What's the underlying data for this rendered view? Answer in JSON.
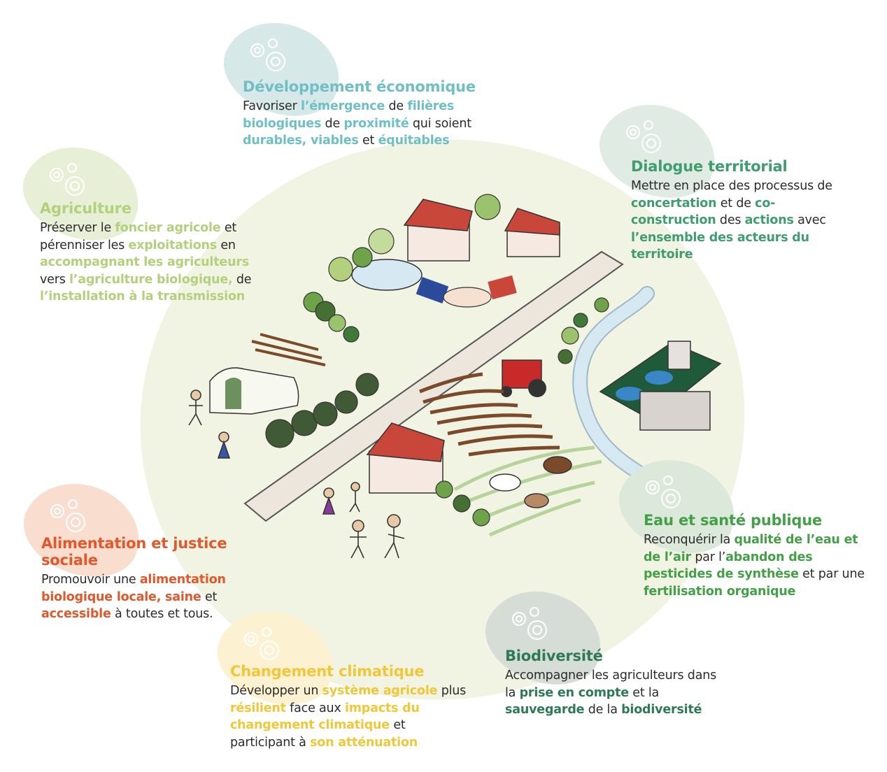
{
  "blocks": [
    {
      "id": "economic",
      "title": "Développement économique",
      "color": "#6fbfc4",
      "blob": "#d6e8e7",
      "segments": [
        {
          "t": "Favoriser "
        },
        {
          "t": "l’émergence",
          "hl": true
        },
        {
          "t": " de "
        },
        {
          "t": "filières biologiques",
          "hl": true
        },
        {
          "t": " de "
        },
        {
          "t": "proximité",
          "hl": true
        },
        {
          "t": " qui soient "
        },
        {
          "t": "durables, viables",
          "hl": true
        },
        {
          "t": " et "
        },
        {
          "t": "équitables",
          "hl": true
        }
      ]
    },
    {
      "id": "dialogue",
      "title": "Dialogue territorial",
      "color": "#3f9d6f",
      "blob": "#dfebe3",
      "segments": [
        {
          "t": "Mettre en place des processus de "
        },
        {
          "t": "concertation",
          "hl": true
        },
        {
          "t": " et de "
        },
        {
          "t": "co-construction",
          "hl": true
        },
        {
          "t": " des "
        },
        {
          "t": "actions",
          "hl": true
        },
        {
          "t": " avec "
        },
        {
          "t": "l’ensemble des acteurs du territoire",
          "hl": true
        }
      ]
    },
    {
      "id": "agriculture",
      "title": "Agriculture",
      "color": "#b3d07c",
      "blob": "#e7f0d6",
      "segments": [
        {
          "t": "Préserver le "
        },
        {
          "t": "foncier agricole",
          "hl": true
        },
        {
          "t": " et pérenniser les "
        },
        {
          "t": "exploitations",
          "hl": true
        },
        {
          "t": " en "
        },
        {
          "t": "accompagnant les agriculteurs",
          "hl": true
        },
        {
          "t": " vers "
        },
        {
          "t": "l’agriculture biologique,",
          "hl": true
        },
        {
          "t": " de "
        },
        {
          "t": "l’installation à la transmission",
          "hl": true
        }
      ]
    },
    {
      "id": "food",
      "title": "Alimentation et justice sociale",
      "color": "#e0582b",
      "blob": "#f9ddcf",
      "segments": [
        {
          "t": "Promouvoir une "
        },
        {
          "t": "alimentation biologique locale, saine",
          "hl": true
        },
        {
          "t": " et "
        },
        {
          "t": "accessible",
          "hl": true
        },
        {
          "t": " à toutes et tous."
        }
      ]
    },
    {
      "id": "climate",
      "title": "Changement climatique",
      "color": "#f1c73a",
      "blob": "#fcf1d1",
      "segments": [
        {
          "t": "Développer un "
        },
        {
          "t": "système agricole",
          "hl": true
        },
        {
          "t": " plus "
        },
        {
          "t": "résilient",
          "hl": true
        },
        {
          "t": " face aux "
        },
        {
          "t": "impacts du changement climatique",
          "hl": true
        },
        {
          "t": " et participant à "
        },
        {
          "t": "son atténuation",
          "hl": true
        }
      ]
    },
    {
      "id": "water",
      "title": "Eau et santé publique",
      "color": "#43a047",
      "blob": "#dce9da",
      "segments": [
        {
          "t": "Reconquérir la "
        },
        {
          "t": "qualité de l’eau et de l’air",
          "hl": true
        },
        {
          "t": " par l’"
        },
        {
          "t": "abandon des pesticides de synthèse",
          "hl": true
        },
        {
          "t": " et par une "
        },
        {
          "t": "fertilisation organique",
          "hl": true
        }
      ]
    },
    {
      "id": "biodiversity",
      "title": "Biodiversité",
      "color": "#2e7a55",
      "blob": "#d6ddd6",
      "segments": [
        {
          "t": "Accompagner les agriculteurs dans la "
        },
        {
          "t": "prise en compte",
          "hl": true
        },
        {
          "t": " et la "
        },
        {
          "t": "sauvegarde",
          "hl": true
        },
        {
          "t": " de la "
        },
        {
          "t": "biodiversité",
          "hl": true
        }
      ]
    }
  ]
}
